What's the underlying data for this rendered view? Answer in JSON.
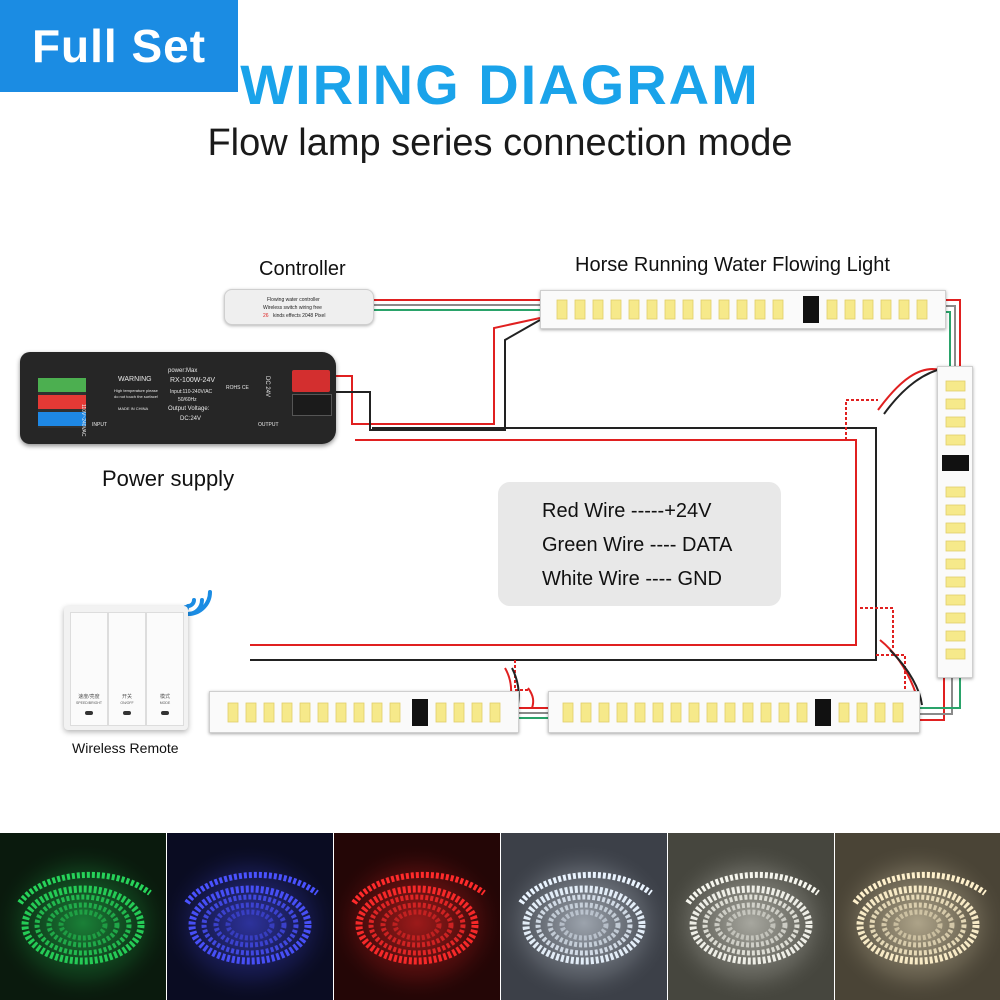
{
  "header": {
    "badge": "Full Set",
    "title": "WIRING DIAGRAM",
    "subtitle": "Flow lamp series connection mode"
  },
  "labels": {
    "controller": "Controller",
    "strip": "Horse Running Water Flowing Light",
    "power_supply": "Power supply",
    "remote": "Wireless Remote"
  },
  "legend": [
    "Red Wire -----+24V",
    "Green Wire ---- DATA",
    "White Wire ---- GND"
  ],
  "controller_device": {
    "line1": "Flowing water controller",
    "line2": "Wireless switch wiring free",
    "line3_num": "26",
    "line3": "kinds effects 2048 Pixel"
  },
  "psu": {
    "warning": "WARNING",
    "warn1": "High temperature please",
    "warn2": "do not touch the surface!",
    "made": "MADE IN CHINA",
    "brand": "power:Max",
    "model": "RX-100W-24V",
    "input": "Input:110-240V/AC",
    "freq": "50/60Hz",
    "output_label": "Output Voltage:",
    "output_value": "DC:24V",
    "side_left": "110V~240VAC",
    "side_right": "DC 24V",
    "rohs": "ROHS CE",
    "input_tag": "INPUT",
    "output_tag": "OUTPUT"
  },
  "remote_device": {
    "btn1": "速度/亮度",
    "btn1_en": "SPEED/BRIGHT",
    "btn2": "开关",
    "btn2_en": "ON/OFF",
    "btn3": "模式",
    "btn3_en": "MODE"
  },
  "colors": {
    "accent": "#1b8ce3",
    "title": "#1aa3ea",
    "red_wire": "#e02020",
    "green_wire": "#2aa36a",
    "white_wire": "#8a8a8a",
    "led": "#f6e98a"
  },
  "photos": [
    {
      "name": "green",
      "color": "#27d35a",
      "bg": "#0a1a0d"
    },
    {
      "name": "blue",
      "color": "#4a52ff",
      "bg": "#0a0c22"
    },
    {
      "name": "red",
      "color": "#ff2b2b",
      "bg": "#240606"
    },
    {
      "name": "cool-white",
      "color": "#eaf4ff",
      "bg": "#3c4048"
    },
    {
      "name": "natural-white",
      "color": "#f6f6ee",
      "bg": "#46463e"
    },
    {
      "name": "warm-white",
      "color": "#fff1cc",
      "bg": "#4a4436"
    }
  ]
}
